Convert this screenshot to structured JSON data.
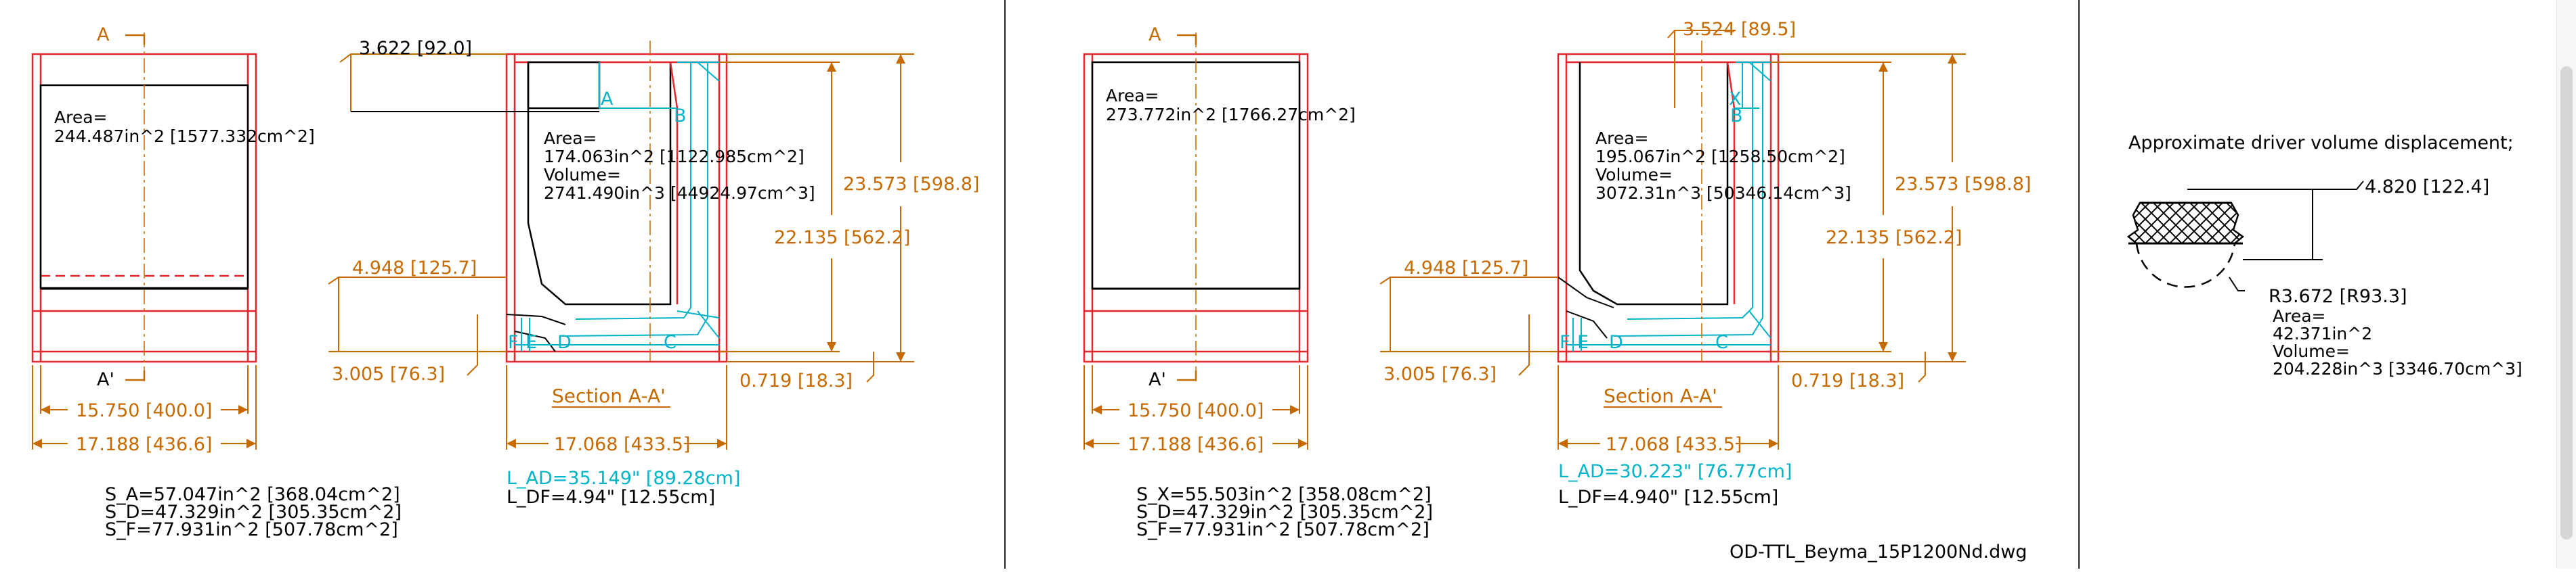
{
  "colors": {
    "outline": "#e8252b",
    "dimension": "#c66a00",
    "cyan": "#00b3c7",
    "ink": "#000000",
    "divider": "#222222"
  },
  "panel1": {
    "sectionA_top": "A",
    "sectionA_bottom": "A'",
    "front": {
      "area_label": "Area=",
      "area_value": "244.487in^2 [1577.332cm^2]",
      "width_inner": "15.750 [400.0]",
      "width_outer": "17.188 [436.6]"
    },
    "side": {
      "dim_top": "3.622 [92.0]",
      "area_label": "Area=",
      "area_value": "174.063in^2 [1122.985cm^2]",
      "volume_label": "Volume=",
      "volume_value": "2741.490in^3 [44924.97cm^3]",
      "height_outer": "23.573 [598.8]",
      "height_inner": "22.135 [562.2]",
      "dim_left_upper": "4.948 [125.7]",
      "dim_left_lower": "3.005 [76.3]",
      "dim_bottom_right": "0.719 [18.3]",
      "width": "17.068 [433.5]",
      "section_title": "Section A-A'",
      "points": {
        "A": "A",
        "B": "B",
        "C": "C",
        "D": "D",
        "E": "E",
        "F": "F"
      },
      "l_ad": "L_AD=35.149\" [89.28cm]",
      "l_df": "L_DF=4.94\" [12.55cm]"
    },
    "surfaces": [
      "S_A=57.047in^2 [368.04cm^2]",
      "S_D=47.329in^2 [305.35cm^2]",
      "S_F=77.931in^2 [507.78cm^2]"
    ]
  },
  "panel2": {
    "sectionA_top": "A",
    "sectionA_bottom": "A'",
    "front": {
      "area_label": "Area=",
      "area_value": "273.772in^2 [1766.27cm^2]",
      "width_inner": "15.750 [400.0]",
      "width_outer": "17.188 [436.6]"
    },
    "side": {
      "dim_top": "3.524 [89.5]",
      "area_label": "Area=",
      "area_value": "195.067in^2 [1258.50cm^2]",
      "volume_label": "Volume=",
      "volume_value": "3072.31n^3 [50346.14cm^3]",
      "height_outer": "23.573 [598.8]",
      "height_inner": "22.135 [562.2]",
      "dim_left_upper": "4.948 [125.7]",
      "dim_left_lower": "3.005 [76.3]",
      "dim_bottom_right": "0.719 [18.3]",
      "width": "17.068 [433.5]",
      "section_title": "Section A-A'",
      "points": {
        "X": "X",
        "B": "B",
        "C": "C",
        "D": "D",
        "E": "E",
        "F": "F"
      },
      "l_ad": "L_AD=30.223\" [76.77cm]",
      "l_df": "L_DF=4.940\" [12.55cm]"
    },
    "surfaces": [
      "S_X=55.503in^2 [358.08cm^2]",
      "S_D=47.329in^2 [305.35cm^2]",
      "S_F=77.931in^2 [507.78cm^2]"
    ],
    "filename": "OD-TTL_Beyma_15P1200Nd.dwg"
  },
  "panel3": {
    "title": "Approximate driver volume displacement;",
    "depth": "4.820 [122.4]",
    "radius": "R3.672 [R93.3]",
    "area_label": "Area=",
    "area_value": "42.371in^2",
    "volume_label": "Volume=",
    "volume_value": "204.228in^3 [3346.70cm^3]"
  }
}
